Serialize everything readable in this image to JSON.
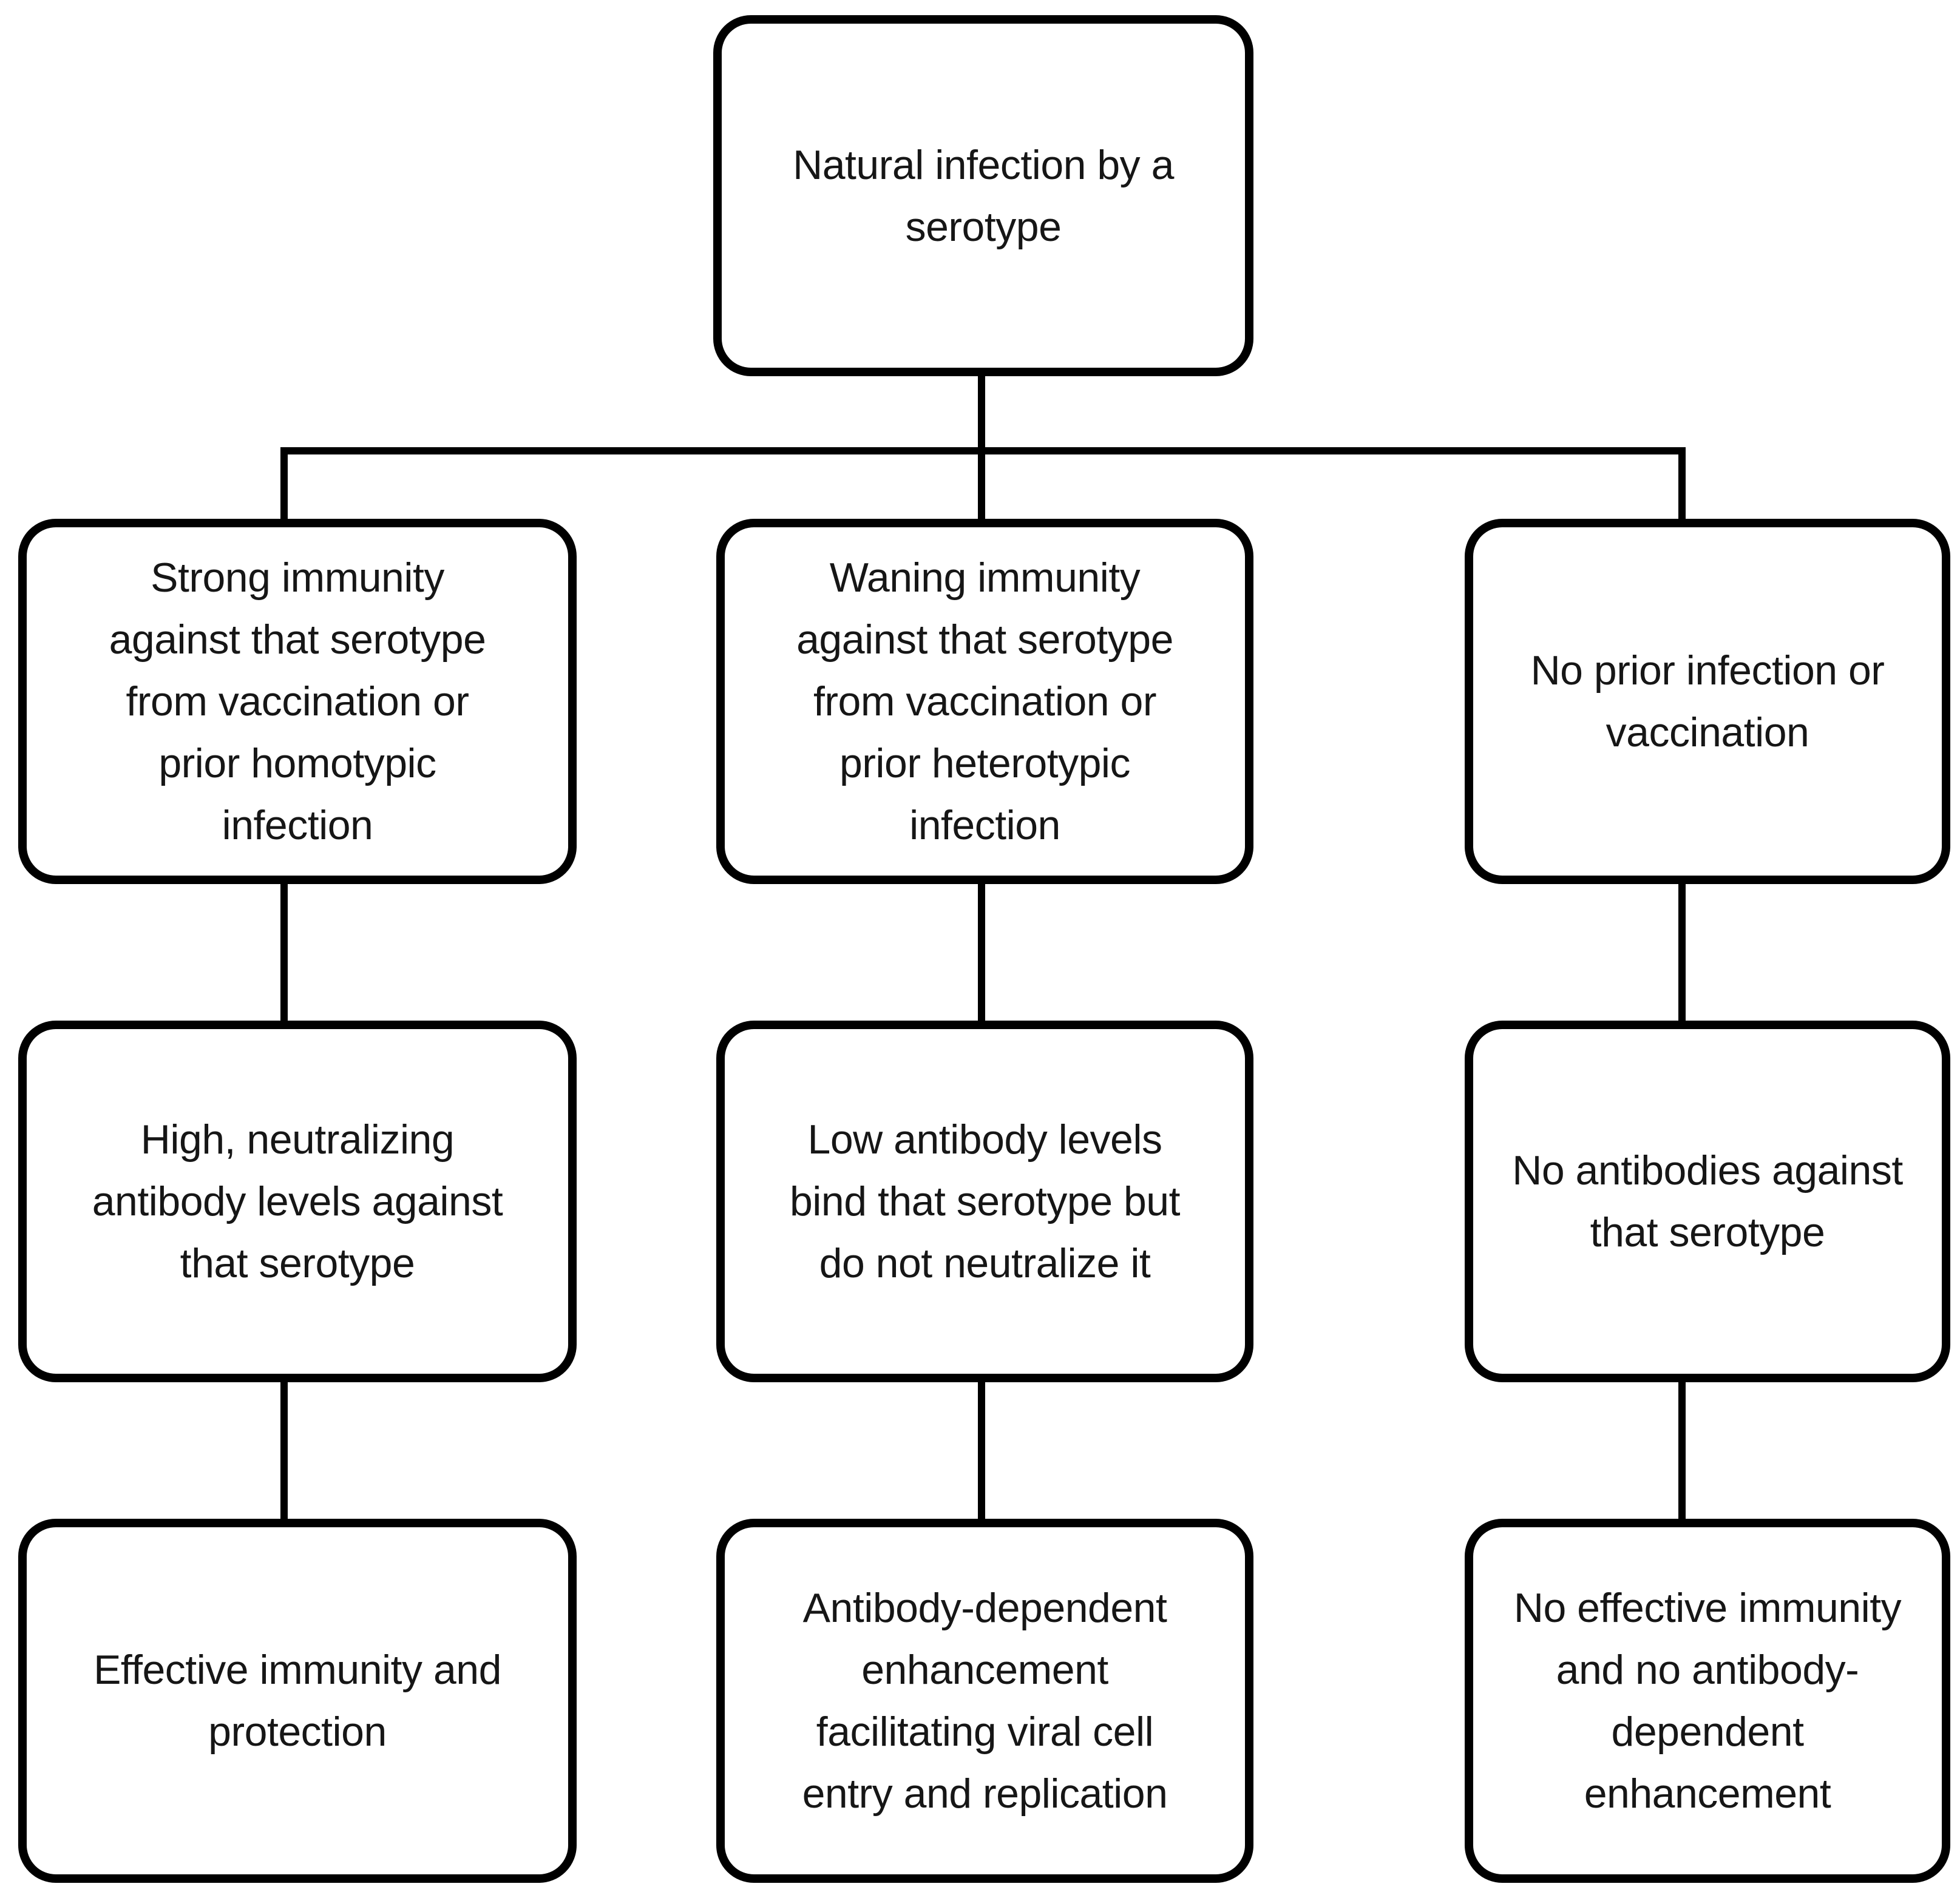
{
  "diagram": {
    "title": "Serotype infection immunity flowchart",
    "background_color": "#ffffff",
    "line_color": "#000000",
    "text_color": "#161616",
    "nodes": {
      "root": {
        "text": "Natural infection by a\nserotype"
      },
      "left1": {
        "text": "Strong immunity\nagainst that serotype\nfrom vaccination or\nprior homotypic\ninfection"
      },
      "middle1": {
        "text": "Waning immunity\nagainst that serotype\nfrom vaccination or\nprior heterotypic\ninfection"
      },
      "right1": {
        "text": "No prior infection or\nvaccination"
      },
      "left2": {
        "text": "High, neutralizing\nantibody levels against\nthat serotype"
      },
      "middle2": {
        "text": "Low antibody levels\nbind that serotype but\ndo not neutralize it"
      },
      "right2": {
        "text": "No antibodies against\nthat serotype"
      },
      "left3": {
        "text": "Effective immunity and\nprotection"
      },
      "middle3": {
        "text": "Antibody-dependent\nenhancement\nfacilitating viral cell\nentry and replication"
      },
      "right3": {
        "text": "No effective immunity\nand no antibody-\ndependent\nenhancement"
      }
    }
  }
}
